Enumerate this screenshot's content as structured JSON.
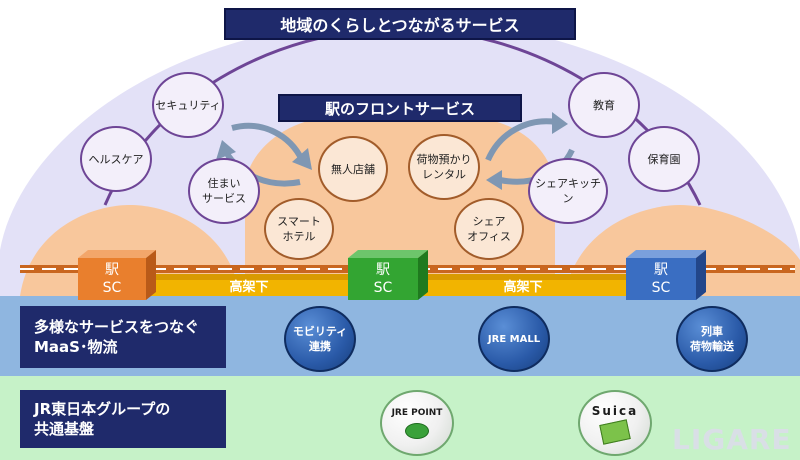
{
  "header": {
    "title": "地域のくらしとつながるサービス"
  },
  "front": {
    "title": "駅のフロントサービス"
  },
  "outer_services": [
    {
      "id": "security",
      "label": "セキュリティ"
    },
    {
      "id": "healthcare",
      "label": "ヘルスケア"
    },
    {
      "id": "housing",
      "label": "住まい\nサービス"
    },
    {
      "id": "education",
      "label": "教育"
    },
    {
      "id": "nursery",
      "label": "保育園"
    },
    {
      "id": "share-kitchen",
      "label": "シェアキッチン"
    }
  ],
  "front_services": [
    {
      "id": "unmanned-store",
      "label": "無人店舗"
    },
    {
      "id": "luggage",
      "label": "荷物預かり\nレンタル"
    },
    {
      "id": "smart-hotel",
      "label": "スマート\nホテル"
    },
    {
      "id": "share-office",
      "label": "シェア\nオフィス"
    }
  ],
  "stations": [
    {
      "id": "left",
      "label": "駅\nSC",
      "color": "#e97f2d"
    },
    {
      "id": "center",
      "label": "駅\nSC",
      "color": "#33a532"
    },
    {
      "id": "right",
      "label": "駅\nSC",
      "color": "#3a6ec2"
    }
  ],
  "under_tracks": [
    "高架下",
    "高架下"
  ],
  "maas_band": {
    "label": "多様なサービスをつなぐ\nMaaS･物流",
    "items": [
      {
        "id": "mobility",
        "label": "モビリティ\n連携"
      },
      {
        "id": "jre-mall",
        "label": "JRE MALL"
      },
      {
        "id": "freight",
        "label": "列車\n荷物輸送"
      }
    ]
  },
  "base_band": {
    "label": "JR東日本グループの\n共通基盤",
    "items": [
      {
        "id": "jre-point",
        "label": "JRE POINT"
      },
      {
        "id": "suica",
        "label": "Suica"
      }
    ]
  },
  "watermark": "LIGARE",
  "colors": {
    "navy": "#1f2a6b",
    "dome": "#e3e1f7",
    "dome_outline": "#6e4596",
    "peach": "#f8c79c",
    "maas_band": "#8fb6e0",
    "base_band": "#c6f2c8",
    "rail": "#c9661f",
    "under_track": "#f2b400"
  }
}
